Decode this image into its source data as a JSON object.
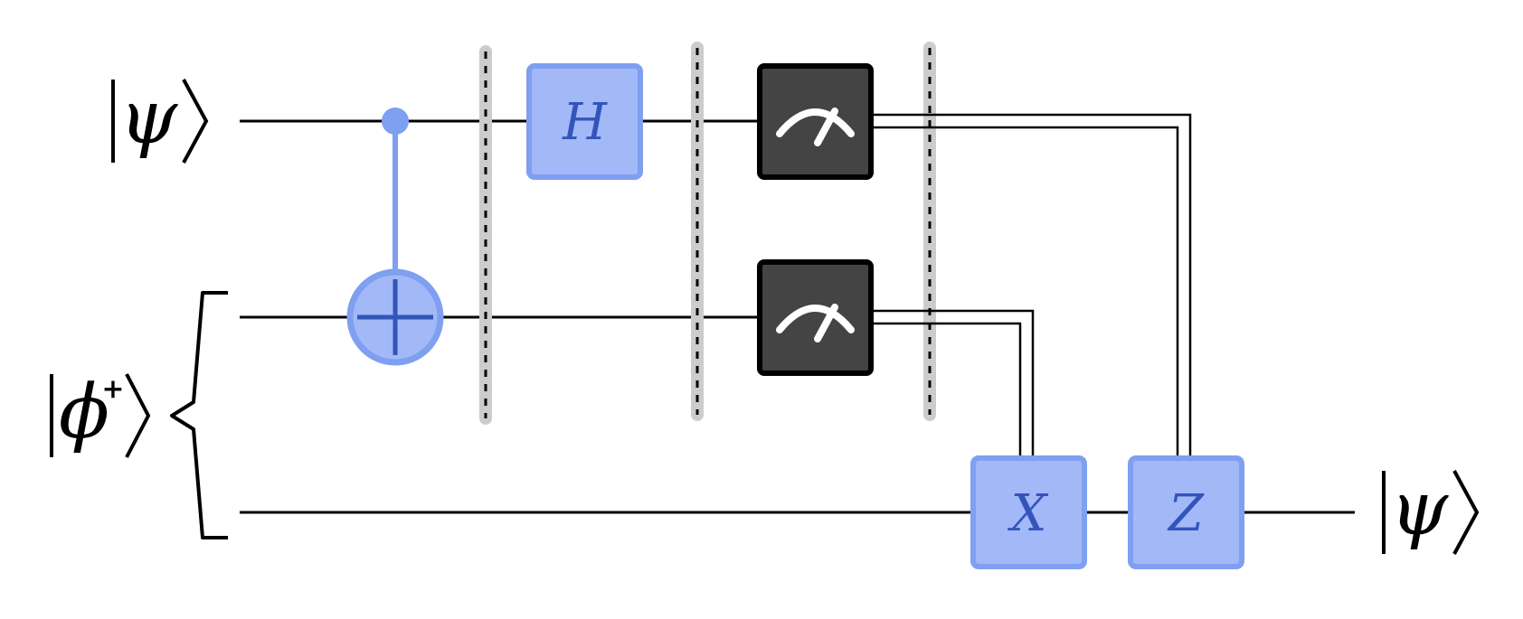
{
  "circuit": {
    "inputs": {
      "q0": {
        "symbol": "ψ"
      },
      "bell": {
        "symbol": "ϕ",
        "superscript": "+"
      }
    },
    "output": {
      "symbol": "ψ"
    },
    "gates": {
      "h": "H",
      "x": "X",
      "z": "Z"
    }
  },
  "colors": {
    "wire": "#000000",
    "gate_fill": "#a3b8f7",
    "gate_border": "#7f9ff0",
    "gate_text": "#3355bb",
    "control": "#7f9ff0",
    "measure_fill": "#444444",
    "measure_border": "#000000",
    "barrier": "#cccccc"
  }
}
